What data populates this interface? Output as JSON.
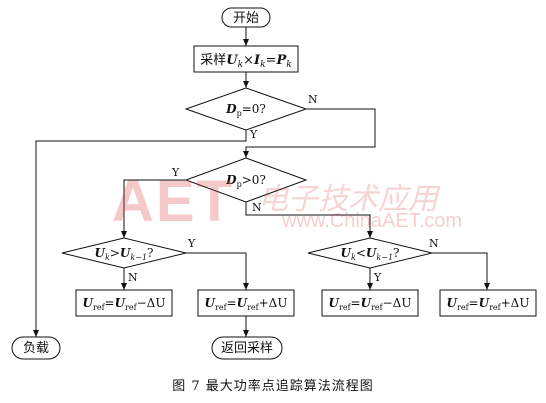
{
  "flowchart": {
    "start": "开始",
    "sample": {
      "label": "采样",
      "formula": "U",
      "sub_k": "k",
      "times": "×",
      "i": "I",
      "eq": "=",
      "p": "P"
    },
    "decision_dp_zero": {
      "prefix": "D",
      "sub": "p",
      "suffix": "=0?"
    },
    "decision_dp_pos": {
      "prefix": "D",
      "sub": "p",
      "suffix": ">0?"
    },
    "decision_u_gt": {
      "u": "U",
      "k": "k",
      "op": ">",
      "km1": "k−1",
      "q": "?"
    },
    "decision_u_lt": {
      "u": "U",
      "k": "k",
      "op": "<",
      "km1": "k−1",
      "q": "?"
    },
    "box_minus": {
      "u": "U",
      "ref": "ref",
      "eq": "=",
      "op": "−ΔU"
    },
    "box_plus": {
      "u": "U",
      "ref": "ref",
      "eq": "=",
      "op": "+ΔU"
    },
    "load": "负载",
    "return_sample": "返回采样",
    "yes": "Y",
    "no": "N"
  },
  "watermark": {
    "logo": "AET",
    "cn": "电子技术应用",
    "url": "www.ChinaAET.com"
  },
  "caption": "图 7   最大功率点追踪算法流程图"
}
